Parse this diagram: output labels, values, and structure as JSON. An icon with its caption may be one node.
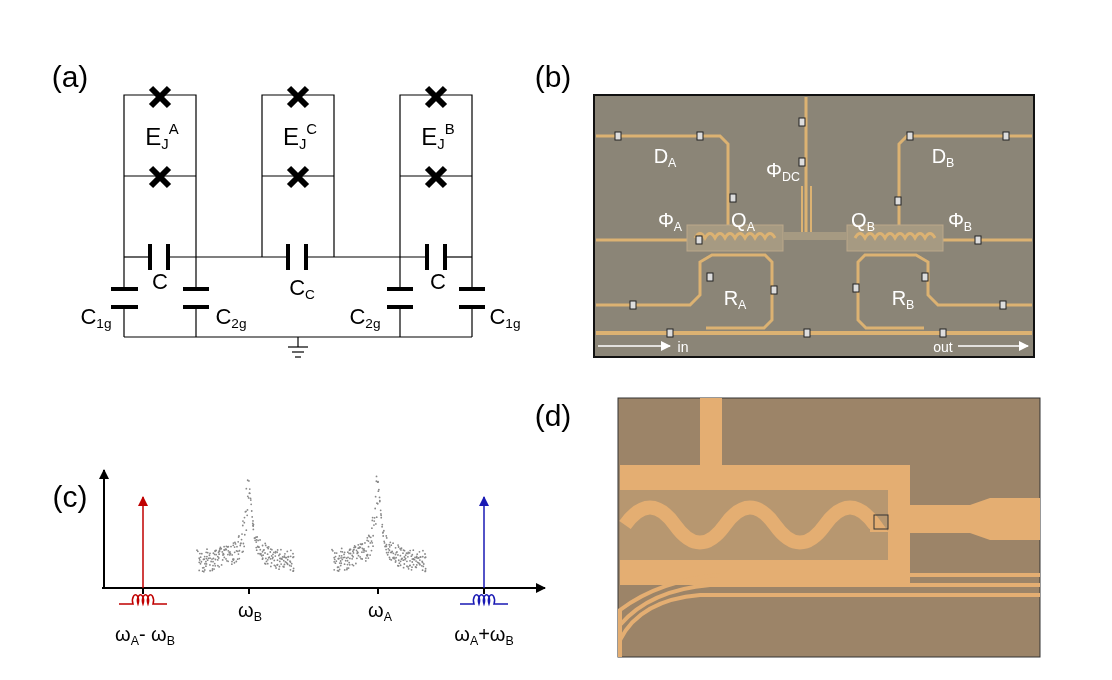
{
  "diagram": {
    "labels": [
      "(a)",
      "(b)",
      "E$_{J}$$^{A}$",
      "E$_{J}$$^{C}$",
      "E$_{J}$$^{B}$",
      "C",
      "C$_{C}$",
      "C",
      "C$_{1g}$",
      "C$_{2g}$",
      "C$_{2g}$",
      "C$_{1g}$",
      "D$_{A}$",
      "D$_{B}$",
      "Φ$_{DC}$",
      "Φ$_{A}$",
      "Q$_{A}$",
      "Q$_{B}$",
      "Φ$_{B}$",
      "R$_{A}$",
      "R$_{B}$",
      "in",
      "out",
      "(c)",
      "(d)",
      "ω$_{B}$",
      "ω$_{A}$",
      "ω$_{A}$- ω$_{B}$",
      "ω$_{A}$+ω$_{B}$"
    ]
  }
}
